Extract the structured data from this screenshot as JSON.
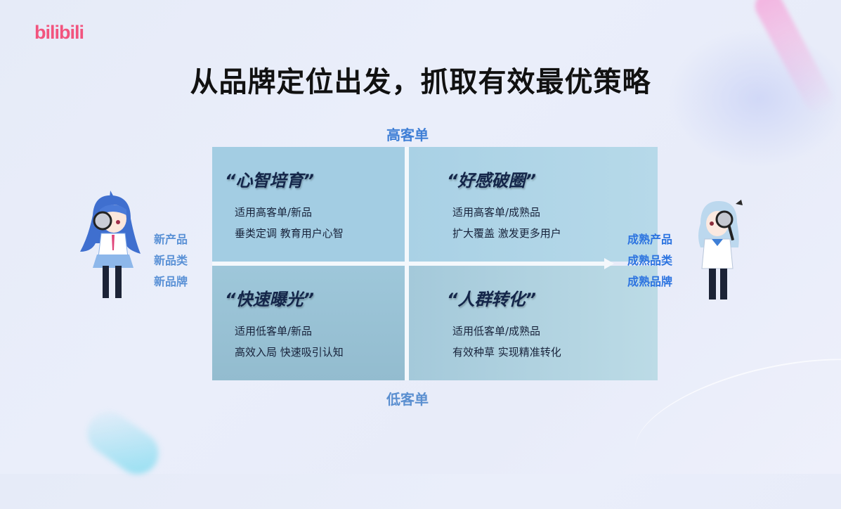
{
  "brand": {
    "logo_text": "bilibili",
    "color": "#f2547e"
  },
  "title": "从品牌定位出发，抓取有效最优策略",
  "axes": {
    "top": "高客单",
    "bottom": "低客单",
    "left": [
      "新产品",
      "新品类",
      "新品牌"
    ],
    "right": [
      "成熟产品",
      "成熟品类",
      "成熟品牌"
    ]
  },
  "quadrants": {
    "top_left": {
      "title": "“心智培育”",
      "lines": [
        "适用高客单/新品",
        "垂类定调 教育用户心智"
      ]
    },
    "top_right": {
      "title": "“好感破圈”",
      "lines": [
        "适用高客单/成熟品",
        "扩大覆盖 激发更多用户"
      ]
    },
    "bottom_left": {
      "title": "“快速曝光”",
      "lines": [
        "适用低客单/新品",
        "高效入局 快速吸引认知"
      ]
    },
    "bottom_right": {
      "title": "“人群转化”",
      "lines": [
        "适用低客单/成熟品",
        "有效种草 实现精准转化"
      ]
    }
  },
  "colors": {
    "axis_blue": "#3f7fd6",
    "right_blue": "#2d74e0",
    "title_navy": "#14264a"
  },
  "icons": {
    "left_mascot": "mascot-magnifier-blue-hair",
    "right_mascot": "mascot-magnifier-lightblue-hair",
    "arrow": "arrow-right"
  }
}
